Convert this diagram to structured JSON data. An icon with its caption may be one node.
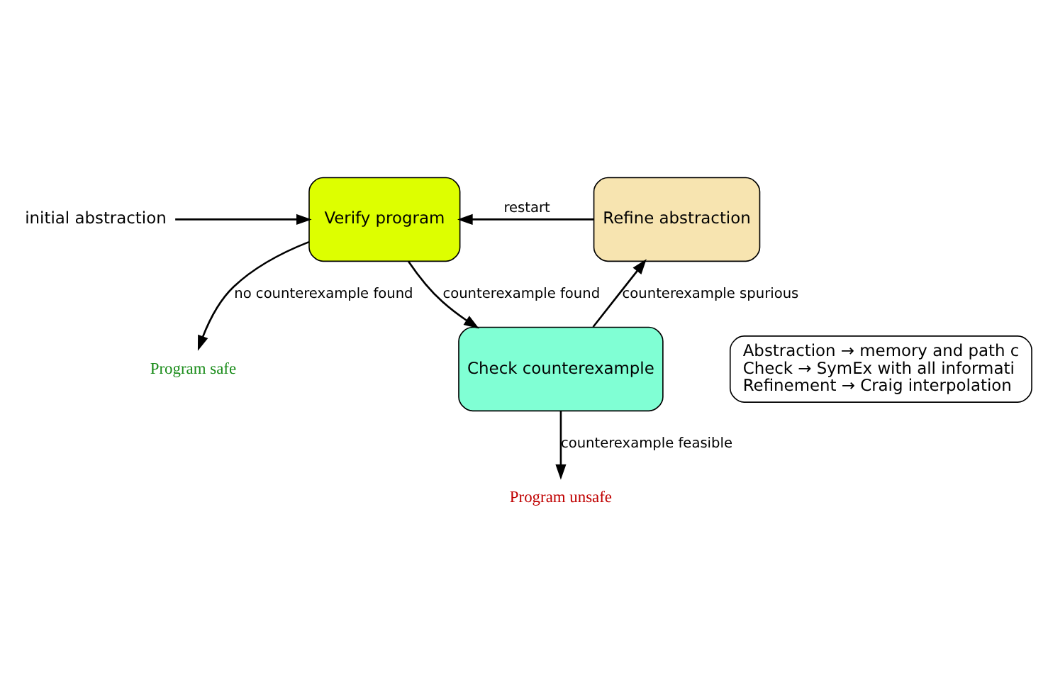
{
  "diagram": {
    "nodes": [
      {
        "text": [
          "initial abstraction"
        ]
      },
      {
        "text": [
          "Verify program"
        ]
      },
      {
        "text": [
          "Check counterexample"
        ]
      },
      {
        "text": [
          "Refine abstraction"
        ]
      },
      {
        "text": [
          "Program unsafe"
        ]
      },
      {
        "text": [
          "Program safe"
        ]
      },
      {
        "text": [
          "Abstraction → memory and path c",
          "Check → SymEx with all informati",
          "Refinement → Craig interpolation"
        ]
      }
    ],
    "edges": [
      {
        "from": 0,
        "to": 1,
        "arrow": "to"
      },
      {
        "from": 1,
        "to": 2,
        "arrow": "to",
        "label": "counterexample found"
      },
      {
        "from": 2,
        "to": 4,
        "arrow": "to",
        "label": "counterexample feasible"
      },
      {
        "from": 2,
        "to": 3,
        "arrow": "to",
        "label": "counterexample spurious"
      },
      {
        "from": 3,
        "to": 1,
        "arrow": "to",
        "label": "restart"
      },
      {
        "from": 1,
        "to": 5,
        "arrow": "to",
        "label": "no counterexample found"
      }
    ]
  }
}
